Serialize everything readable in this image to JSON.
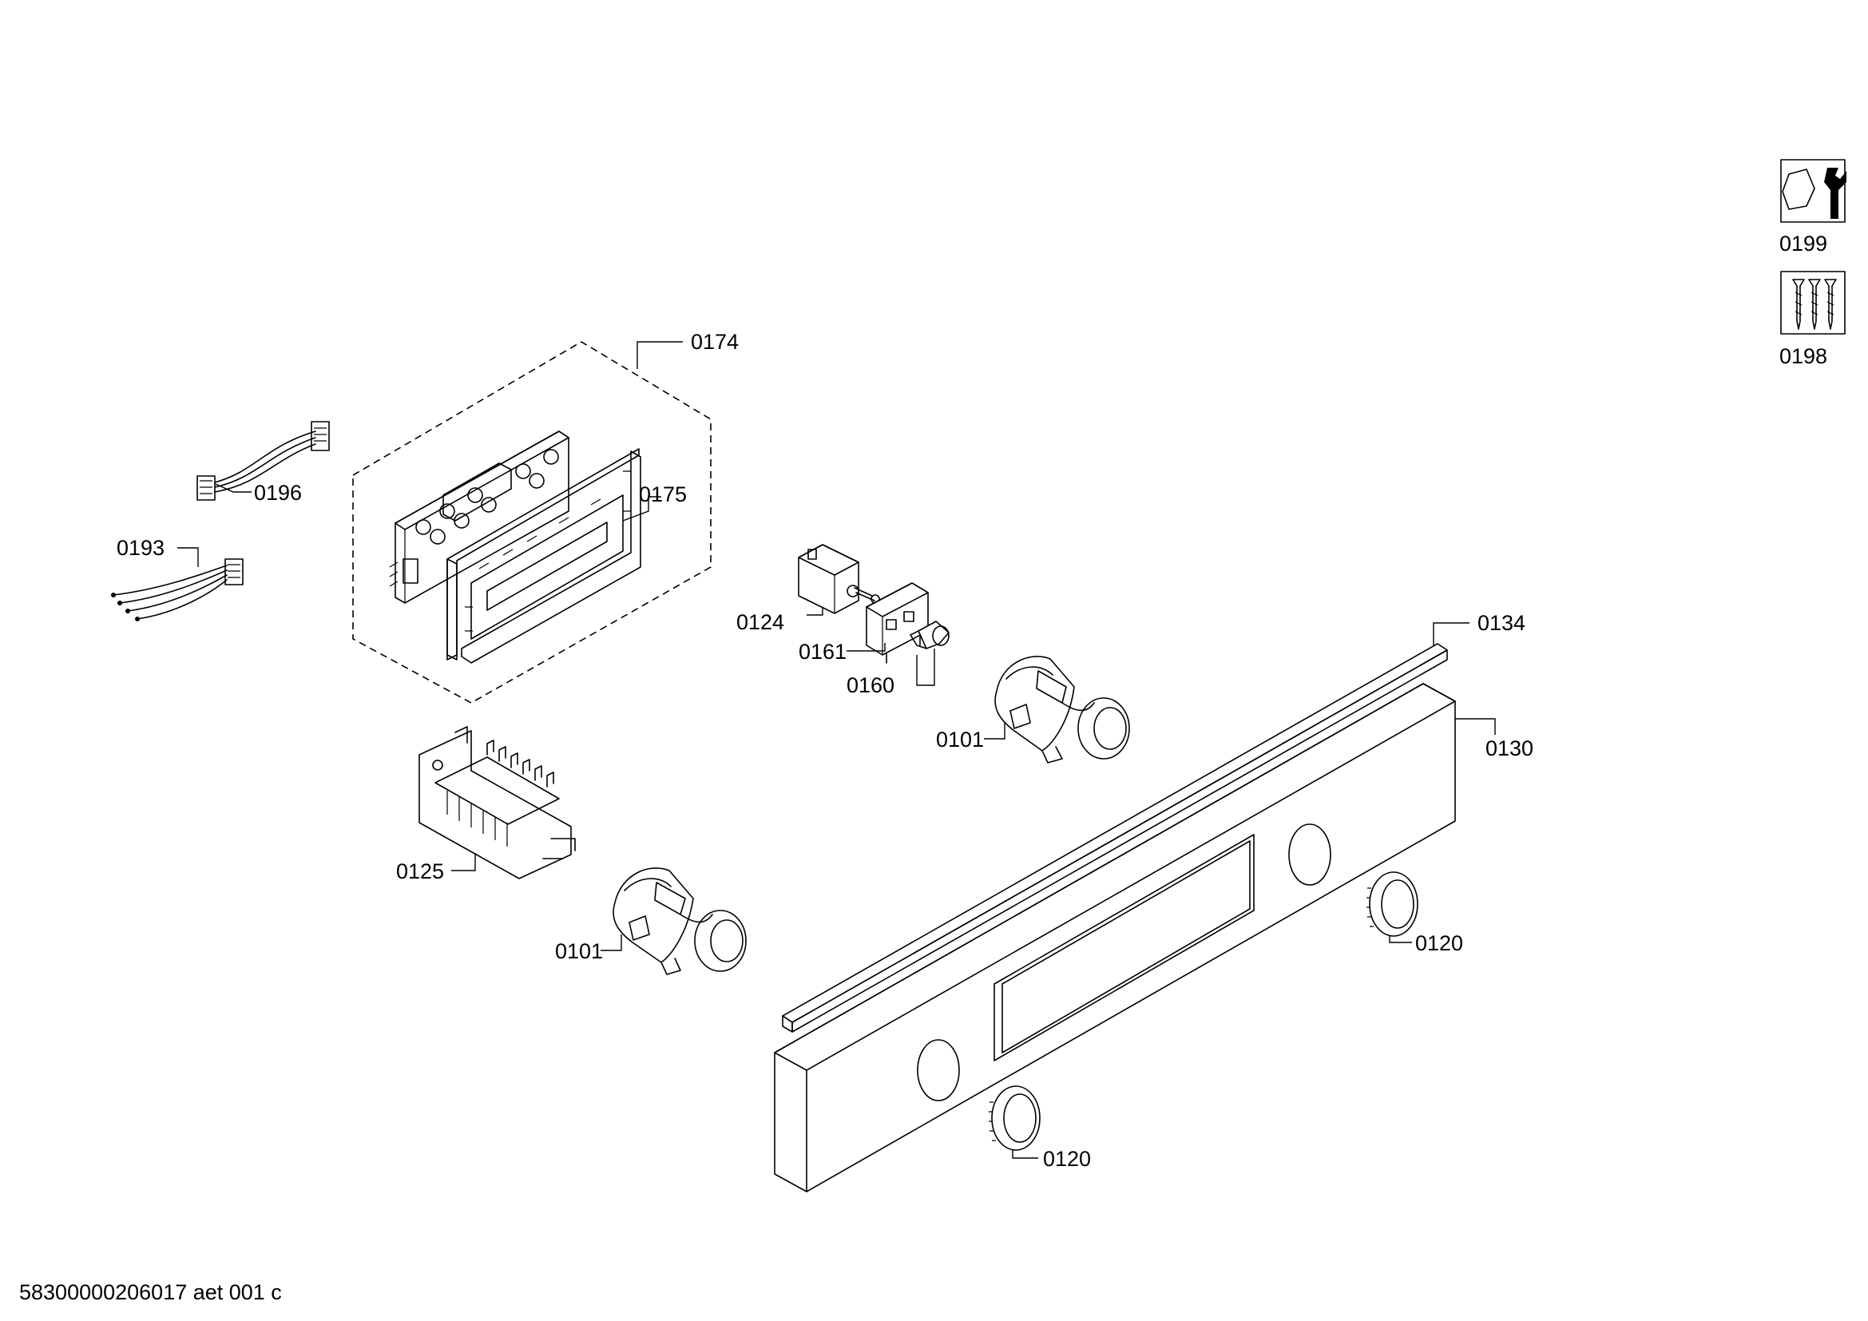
{
  "labels": {
    "p0174": "0174",
    "p0175": "0175",
    "p0196": "0196",
    "p0193": "0193",
    "p0124": "0124",
    "p0161": "0161",
    "p0160": "0160",
    "p0134": "0134",
    "p0130": "0130",
    "p0101_top": "0101",
    "p0101_bottom": "0101",
    "p0125": "0125",
    "p0120_right": "0120",
    "p0120_bottom": "0120",
    "p0199": "0199",
    "p0198": "0198"
  },
  "icons": {
    "service_kit": "hex-nut-and-wrench-icon",
    "screw_kit": "screws-icon"
  },
  "footer": {
    "document_id": "58300000206017 aet 001 c"
  }
}
